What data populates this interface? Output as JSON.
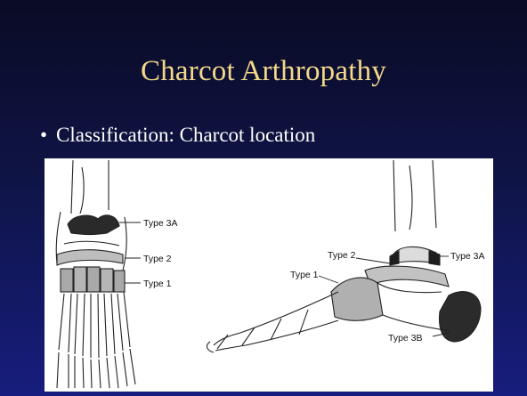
{
  "slide": {
    "title": "Charcot Arthropathy",
    "bullet": "Classification: Charcot location"
  },
  "diagram": {
    "front_view_labels": [
      "Type 3A",
      "Type 2",
      "Type 1"
    ],
    "side_view_labels": [
      "Type 2",
      "Type 3A",
      "Type 1",
      "Type 3B"
    ]
  },
  "colors": {
    "title": "#f4d98a",
    "text": "#ffffff",
    "background_top": "#0a0b25",
    "background_bottom": "#171d7d",
    "bone_shade": "#b8b8b8",
    "dark_region": "#222222"
  }
}
